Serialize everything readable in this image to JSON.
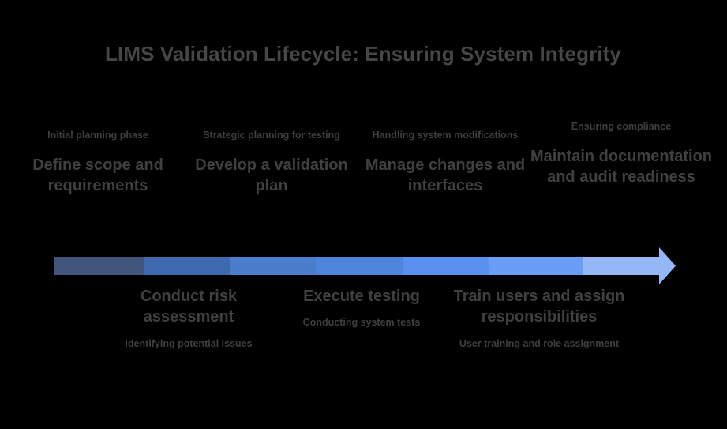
{
  "title": "LIMS Validation Lifecycle: Ensuring System Integrity",
  "colors": {
    "title_text": "#464646",
    "main_text": "#404040",
    "sub_text": "#3f3f3f",
    "background": "#000000",
    "segment_1": "#41557d",
    "segment_2": "#3e69ae",
    "segment_3": "#4a7ecd",
    "segment_4": "#4d85dc",
    "segment_5": "#5a90ef",
    "segment_6": "#6a9df6",
    "segment_7": "#93b8f5",
    "arrow_head": "#93b8f5"
  },
  "chart_data": {
    "type": "timeline",
    "title": "LIMS Validation Lifecycle: Ensuring System Integrity",
    "orientation": "horizontal",
    "direction": "left-to-right",
    "stage_count": 7,
    "stages": [
      {
        "index": 1,
        "position": "top",
        "caption": "Initial planning phase",
        "label": "Define scope and requirements",
        "color": "#41557d"
      },
      {
        "index": 2,
        "position": "bottom",
        "caption": "Identifying potential issues",
        "label": "Conduct risk assessment",
        "color": "#3e69ae"
      },
      {
        "index": 3,
        "position": "top",
        "caption": "Strategic planning for testing",
        "label": "Develop a validation plan",
        "color": "#4a7ecd"
      },
      {
        "index": 4,
        "position": "bottom",
        "caption": "Conducting system tests",
        "label": "Execute testing",
        "color": "#4d85dc"
      },
      {
        "index": 5,
        "position": "top",
        "caption": "Handling system modifications",
        "label": "Manage changes and interfaces",
        "color": "#5a90ef"
      },
      {
        "index": 6,
        "position": "bottom",
        "caption": "User training and role assignment",
        "label": "Train users and assign responsibilities",
        "color": "#6a9df6"
      },
      {
        "index": 7,
        "position": "top",
        "caption": "Ensuring compliance",
        "label": "Maintain documentation and audit readiness",
        "color": "#93b8f5"
      }
    ]
  }
}
